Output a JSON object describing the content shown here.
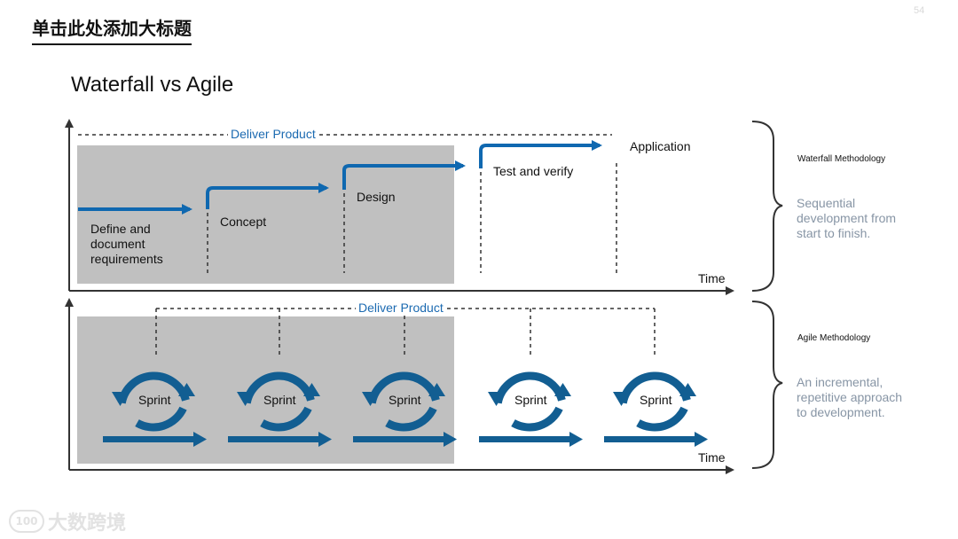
{
  "header": {
    "title": "单击此处添加大标题",
    "page_number": "54"
  },
  "diagram": {
    "title": "Waterfall vs Agile",
    "waterfall": {
      "deliver_label": "Deliver Product",
      "time_label": "Time",
      "steps": [
        "Define and\ndocument\nrequirements",
        "Concept",
        "Design",
        "Test and verify",
        "Application"
      ],
      "method_title": "Waterfall Methodology",
      "method_desc": "Sequential development from start to finish."
    },
    "agile": {
      "deliver_label": "Deliver Product",
      "time_label": "Time",
      "sprints": [
        "Sprint",
        "Sprint",
        "Sprint",
        "Sprint",
        "Sprint"
      ],
      "method_title": "Agile Methodology",
      "method_desc": "An incremental, repetitive approach to development."
    },
    "colors": {
      "arrow_blue": "#0f68b0",
      "sprint_blue": "#125e92",
      "panel_gray": "#c0c0c0",
      "desc_gray": "#8795a5"
    }
  },
  "watermark": {
    "text": "大数跨境",
    "logo_text": "100"
  }
}
